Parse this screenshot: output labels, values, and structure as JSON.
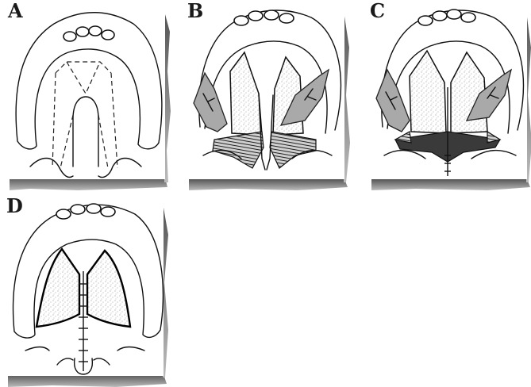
{
  "panels": [
    {
      "letter": "A"
    },
    {
      "letter": "B"
    },
    {
      "letter": "C"
    },
    {
      "letter": "D"
    }
  ],
  "colors": {
    "ink": "#111111",
    "flap": "#a9a9a9",
    "stipple": "#7a7a7a",
    "hatch_dark": "#3a3a3a",
    "paper_shadow": "#8c8c8c"
  }
}
